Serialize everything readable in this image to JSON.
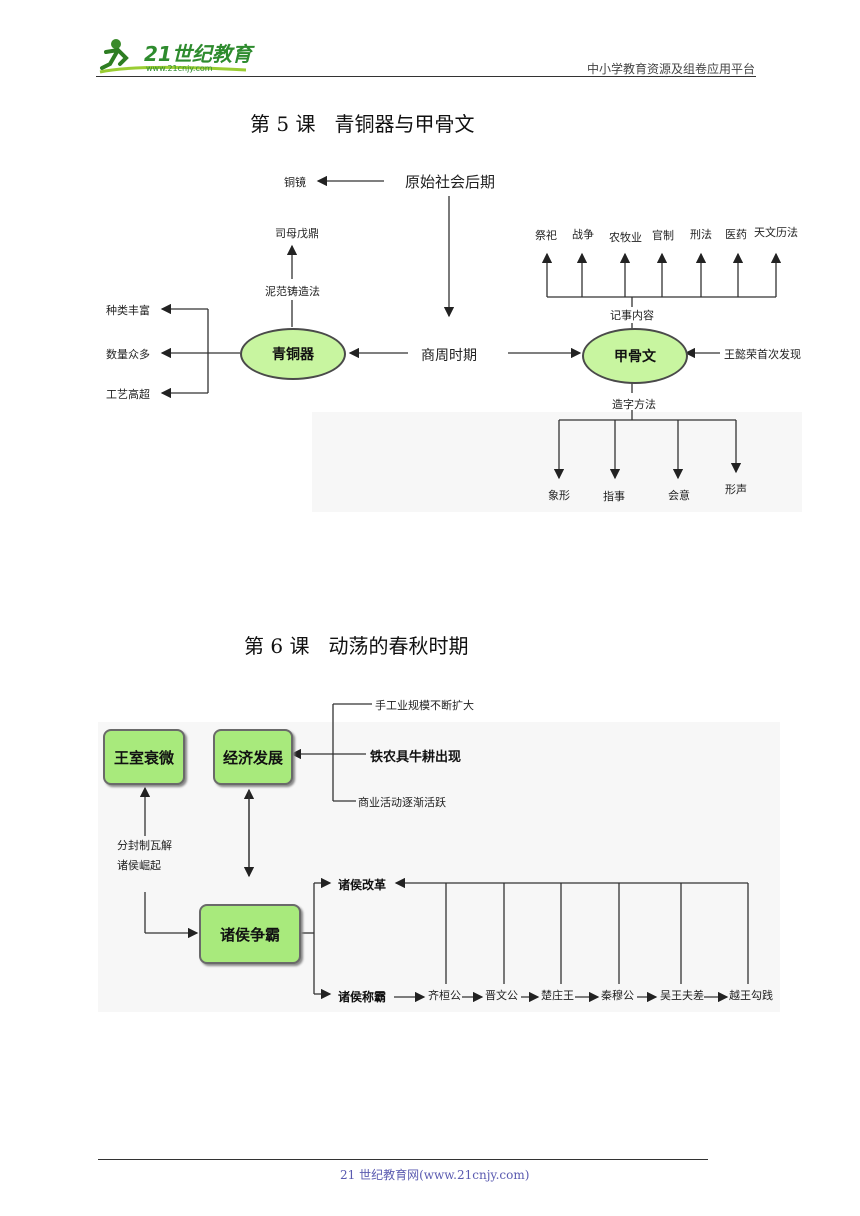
{
  "header": {
    "logo_text": "21世纪教育",
    "logo_url": "www.21cnjy.com",
    "site_name": "中小学教育资源及组卷应用平台"
  },
  "lesson5": {
    "title": "第 5 课   青铜器与甲骨文",
    "nodes": {
      "primitive": "原始社会后期",
      "copper": "铜镜",
      "simuwu": "司母戊鼎",
      "casting": "泥范铸造法",
      "variety": "种类丰富",
      "quantity": "数量众多",
      "craft": "工艺高超",
      "bronze": "青铜器",
      "shangzhou": "商周时期",
      "oracle": "甲骨文",
      "discoverer": "王懿荣首次发现",
      "record": "记事内容",
      "record_items": [
        "祭祀",
        "战争",
        "农牧业",
        "官制",
        "刑法",
        "医药",
        "天文历法"
      ],
      "method": "造字方法",
      "method_items": [
        "象形",
        "指事",
        "会意",
        "形声"
      ]
    }
  },
  "lesson6": {
    "title": "第 6 课   动荡的春秋时期",
    "nodes": {
      "royal_decline": "王室衰微",
      "economy": "经济发展",
      "econ_items": [
        "手工业规模不断扩大",
        "铁农具牛耕出现",
        "商业活动逐渐活跃"
      ],
      "fenfeng": "分封制瓦解\n诸侯崛起",
      "hegemony": "诸侯争霸",
      "reform": "诸侯改革",
      "dominate": "诸侯称霸",
      "rulers": [
        "齐桓公",
        "晋文公",
        "楚庄王",
        "秦穆公",
        "吴王夫差",
        "越王勾践"
      ]
    }
  },
  "footer": {
    "text": "21 世纪教育网(www.21cnjy.com)"
  }
}
